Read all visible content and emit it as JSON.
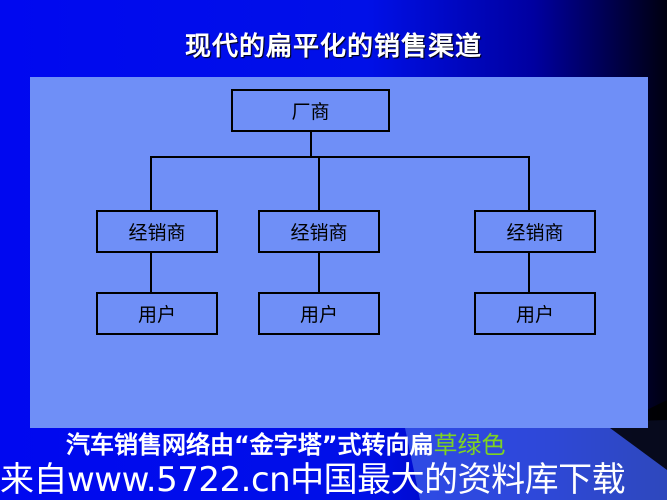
{
  "slide": {
    "title": "现代的扁平化的销售渠道",
    "caption": "汽车销售网络由“金字塔”式转向扁",
    "caption_highlight": "草绿色",
    "watermark": "来自www.5722.cn中国最大的资料库下载",
    "colors": {
      "panel": "#6f8ff7",
      "background": "#0008f0",
      "highlight": "#7ed321"
    }
  },
  "diagram": {
    "root": "厂商",
    "dealers": [
      "经销商",
      "经销商",
      "经销商"
    ],
    "users": [
      "用户",
      "用户",
      "用户"
    ]
  }
}
